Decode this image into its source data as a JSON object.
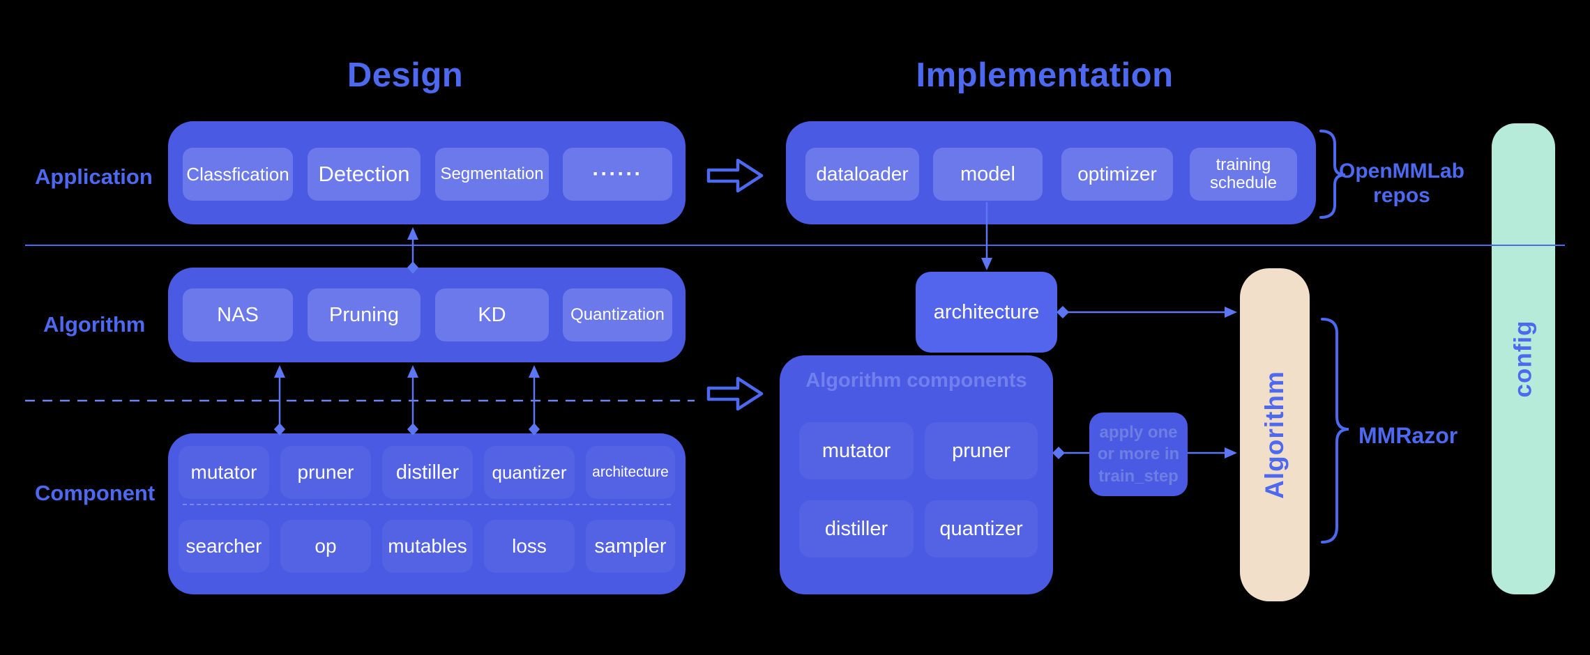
{
  "titles": {
    "design": "Design",
    "implementation": "Implementation"
  },
  "row_labels": {
    "application": "Application",
    "algorithm": "Algorithm",
    "component": "Component"
  },
  "design": {
    "application_items": [
      "Classfication",
      "Detection",
      "Segmentation",
      "······"
    ],
    "algorithm_items": [
      "NAS",
      "Pruning",
      "KD",
      "Quantization"
    ],
    "component_row1": [
      "mutator",
      "pruner",
      "distiller",
      "quantizer",
      "architecture"
    ],
    "component_row2": [
      "searcher",
      "op",
      "mutables",
      "loss",
      "sampler"
    ]
  },
  "implementation": {
    "pipeline_items": [
      "dataloader",
      "model",
      "optimizer",
      "training schedule"
    ],
    "architecture_label": "architecture",
    "components_title": "Algorithm components",
    "components_grid": [
      "mutator",
      "pruner",
      "distiller",
      "quantizer"
    ],
    "apply_note_lines": [
      "apply one",
      "or more in",
      "train_step"
    ],
    "algorithm_bar_label": "Algorithm",
    "config_bar_label": "config"
  },
  "annotations": {
    "openmmlab_line1": "OpenMMLab",
    "openmmlab_line2": "repos",
    "mmrazor": "MMRazor"
  },
  "colors": {
    "background": "#000000",
    "accent": "#4c69f0",
    "connector": "#5d76f3",
    "dashed_line": "#6d87f5",
    "box_outer": "#4a5ae3",
    "box_inner": "#6b79ea",
    "architecture_box": "#5365ec",
    "muted_note_text": "#6f7ee2",
    "watermark_text": "#7280ee",
    "beige": "#f2dfca",
    "mint": "#b6ead9"
  }
}
